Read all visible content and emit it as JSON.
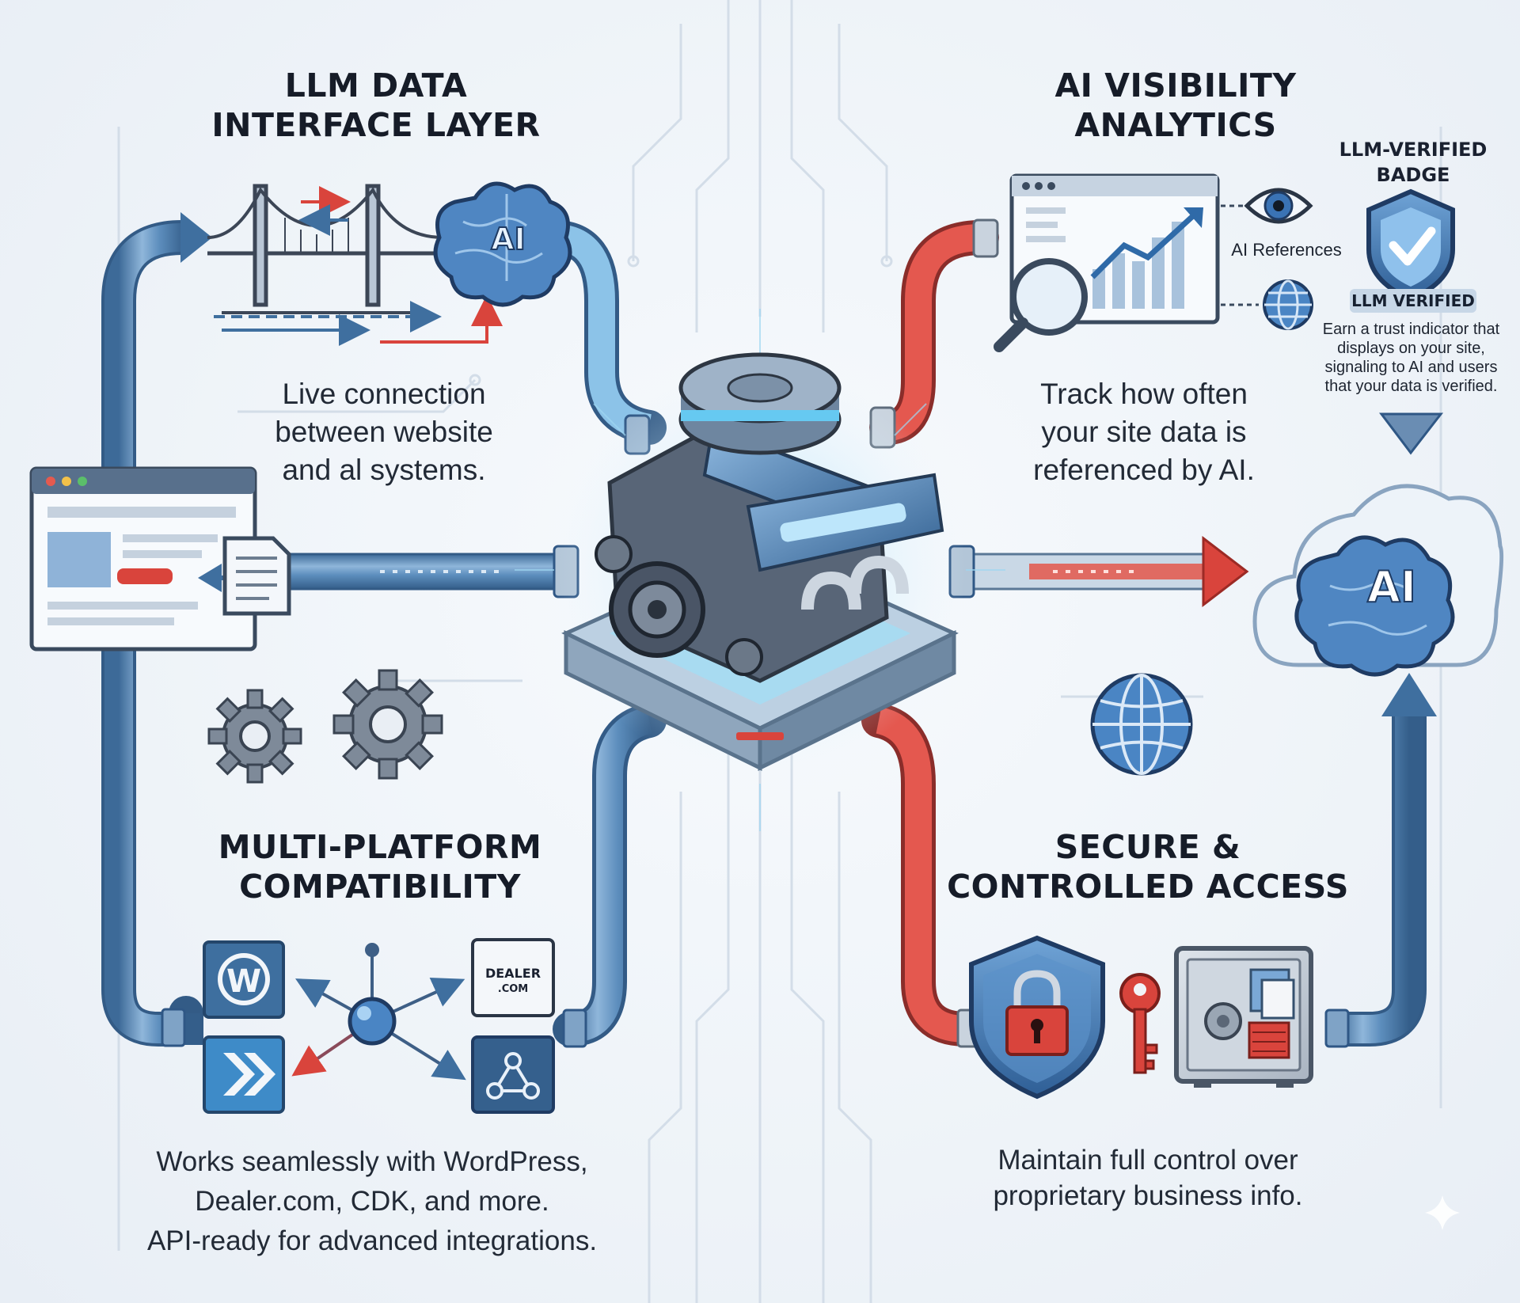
{
  "sections": {
    "llm_interface": {
      "heading_line1": "LLM DATA",
      "heading_line2": "INTERFACE LAYER",
      "desc_line1": "Live connection",
      "desc_line2": "between website",
      "desc_line3": "and al systems."
    },
    "ai_visibility": {
      "heading_line1": "AI VISIBILITY",
      "heading_line2": "ANALYTICS",
      "references_label": "AI References",
      "desc_line1": "Track how often",
      "desc_line2": "your site data is",
      "desc_line3": "referenced by AI."
    },
    "badge": {
      "title_line1": "LLM-VERIFIED",
      "title_line2": "BADGE",
      "pill_label": "LLM VERIFIED",
      "desc_line1": "Earn a trust indicator that",
      "desc_line2": "displays on your site,",
      "desc_line3": "signaling to AI and users",
      "desc_line4": "that your data is verified."
    },
    "multi_platform": {
      "heading_line1": "MULTI-PLATFORM",
      "heading_line2": "COMPATIBILITY",
      "desc_line1": "Works seamlessly with WordPress,",
      "desc_line2": "Dealer.com, CDK, and more.",
      "desc_line3": "API-ready for advanced integrations.",
      "dealer_logo_line1": "DEALER",
      "dealer_logo_line2": ".COM"
    },
    "secure_access": {
      "heading_line1": "SECURE &",
      "heading_line2": "CONTROLLED ACCESS",
      "desc_line1": "Maintain full control over",
      "desc_line2": "proprietary business info."
    }
  },
  "ai_label": "AI",
  "icons": [
    "bridge-icon",
    "brain-ai-icon",
    "browser-window-icon",
    "document-icon",
    "engine-icon",
    "analytics-dashboard-icon",
    "magnifier-icon",
    "eye-icon",
    "globe-icon",
    "shield-check-icon",
    "cloud-ai-icon",
    "gear-icon",
    "wordpress-icon",
    "forward-arrows-icon",
    "network-hub-icon",
    "dealer-logo-icon",
    "api-nodes-icon",
    "shield-lock-icon",
    "key-icon",
    "safe-icon"
  ],
  "colors": {
    "pipe_blue": "#4f7fb0",
    "pipe_red": "#d9443c",
    "accent_glow": "#7fd0f5",
    "heading_dark": "#161c28"
  }
}
